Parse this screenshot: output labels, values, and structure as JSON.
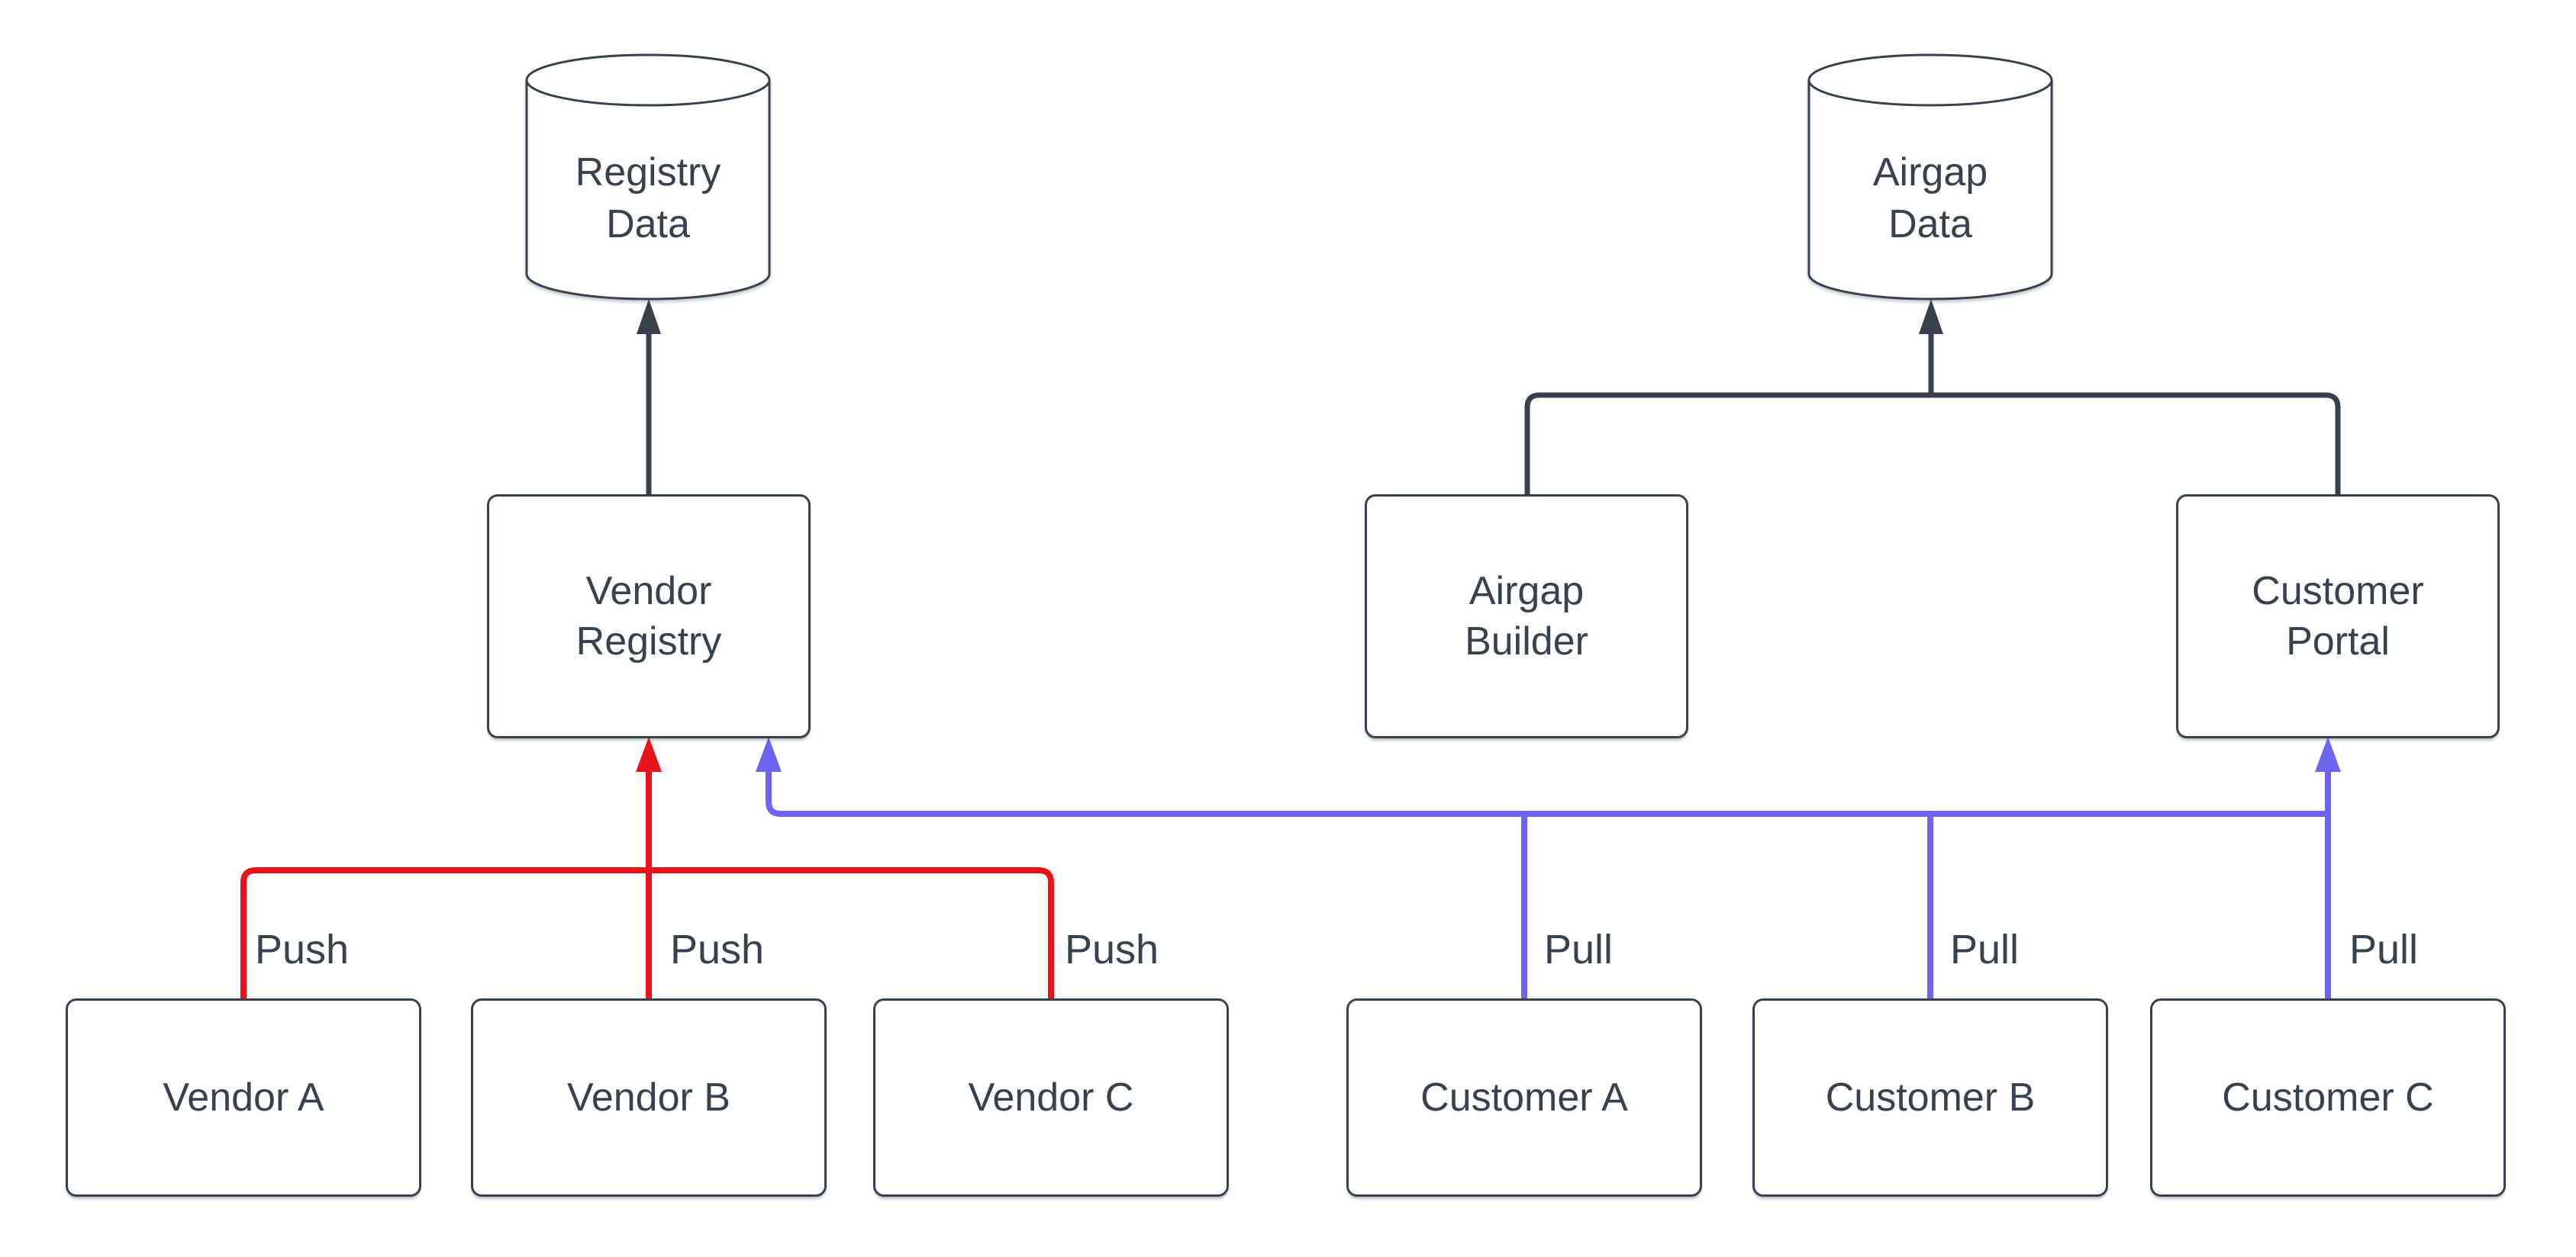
{
  "diagram": {
    "colors": {
      "stroke_dark": "#39414e",
      "push_red": "#e8131b",
      "pull_blue": "#6d64f2",
      "text": "#39414e",
      "node_border": "#39414e",
      "background": "#ffffff"
    },
    "datastores": [
      {
        "id": "registry-data",
        "lines": [
          "Registry",
          "Data"
        ]
      },
      {
        "id": "airgap-data",
        "lines": [
          "Airgap",
          "Data"
        ]
      }
    ],
    "services": [
      {
        "id": "vendor-registry",
        "lines": [
          "Vendor",
          "Registry"
        ]
      },
      {
        "id": "airgap-builder",
        "lines": [
          "Airgap",
          "Builder"
        ]
      },
      {
        "id": "customer-portal",
        "lines": [
          "Customer",
          "Portal"
        ]
      }
    ],
    "vendors": [
      {
        "label": "Vendor A"
      },
      {
        "label": "Vendor B"
      },
      {
        "label": "Vendor C"
      }
    ],
    "customers": [
      {
        "label": "Customer A"
      },
      {
        "label": "Customer B"
      },
      {
        "label": "Customer C"
      }
    ],
    "edge_labels": {
      "push": "Push",
      "pull": "Pull"
    }
  }
}
